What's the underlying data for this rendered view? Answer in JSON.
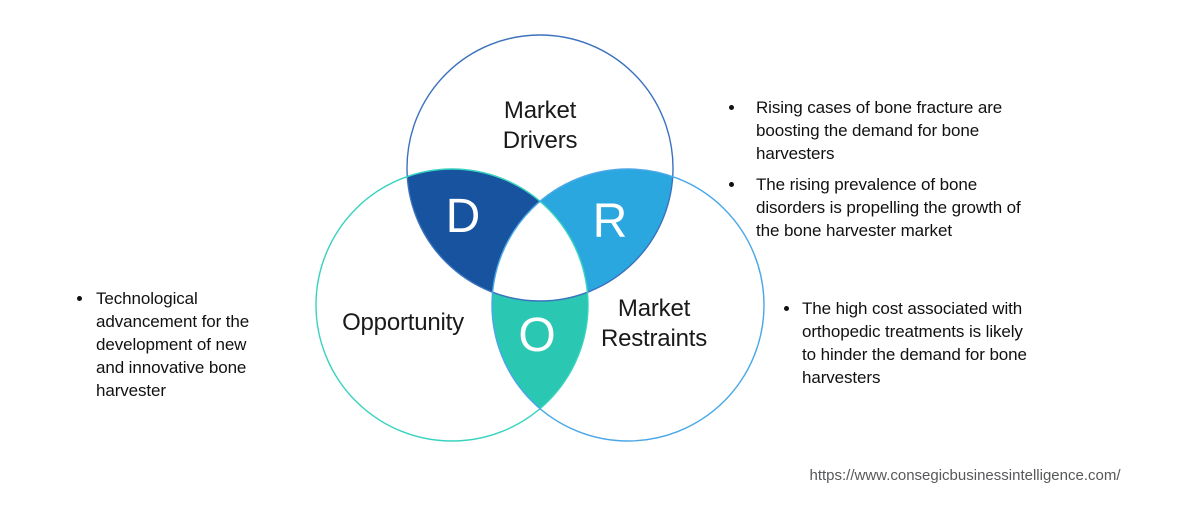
{
  "venn": {
    "top_circle": {
      "label": [
        "Market",
        "Drivers"
      ],
      "stroke": "#3a72be"
    },
    "left_circle": {
      "label": "Opportunity",
      "stroke": "#38d3bf"
    },
    "right_circle": {
      "label": [
        "Market",
        "Restraints"
      ],
      "stroke": "#4aa8e8"
    },
    "intersections": {
      "drivers": {
        "letter": "D",
        "fill": "#17539f"
      },
      "restraints": {
        "letter": "R",
        "fill": "#2ba7e0"
      },
      "opportunity": {
        "letter": "O",
        "fill": "#2ac7b2"
      }
    }
  },
  "notes": {
    "left": [
      {
        "lines": [
          "Technological",
          "advancement for the",
          "development of new",
          "and innovative bone",
          "harvester"
        ]
      }
    ],
    "right": [
      {
        "lines": [
          "Rising cases of bone fracture are",
          "boosting the demand for bone",
          "harvesters"
        ]
      },
      {
        "lines": [
          "The rising prevalence of bone",
          "disorders is propelling the growth of",
          "the bone harvester market"
        ]
      },
      {
        "lines": [
          "The high cost associated with",
          "orthopedic treatments is likely",
          "to hinder the demand for bone",
          "harvesters"
        ]
      }
    ]
  },
  "footer": {
    "url": "https://www.consegicbusinessintelligence.com/"
  }
}
